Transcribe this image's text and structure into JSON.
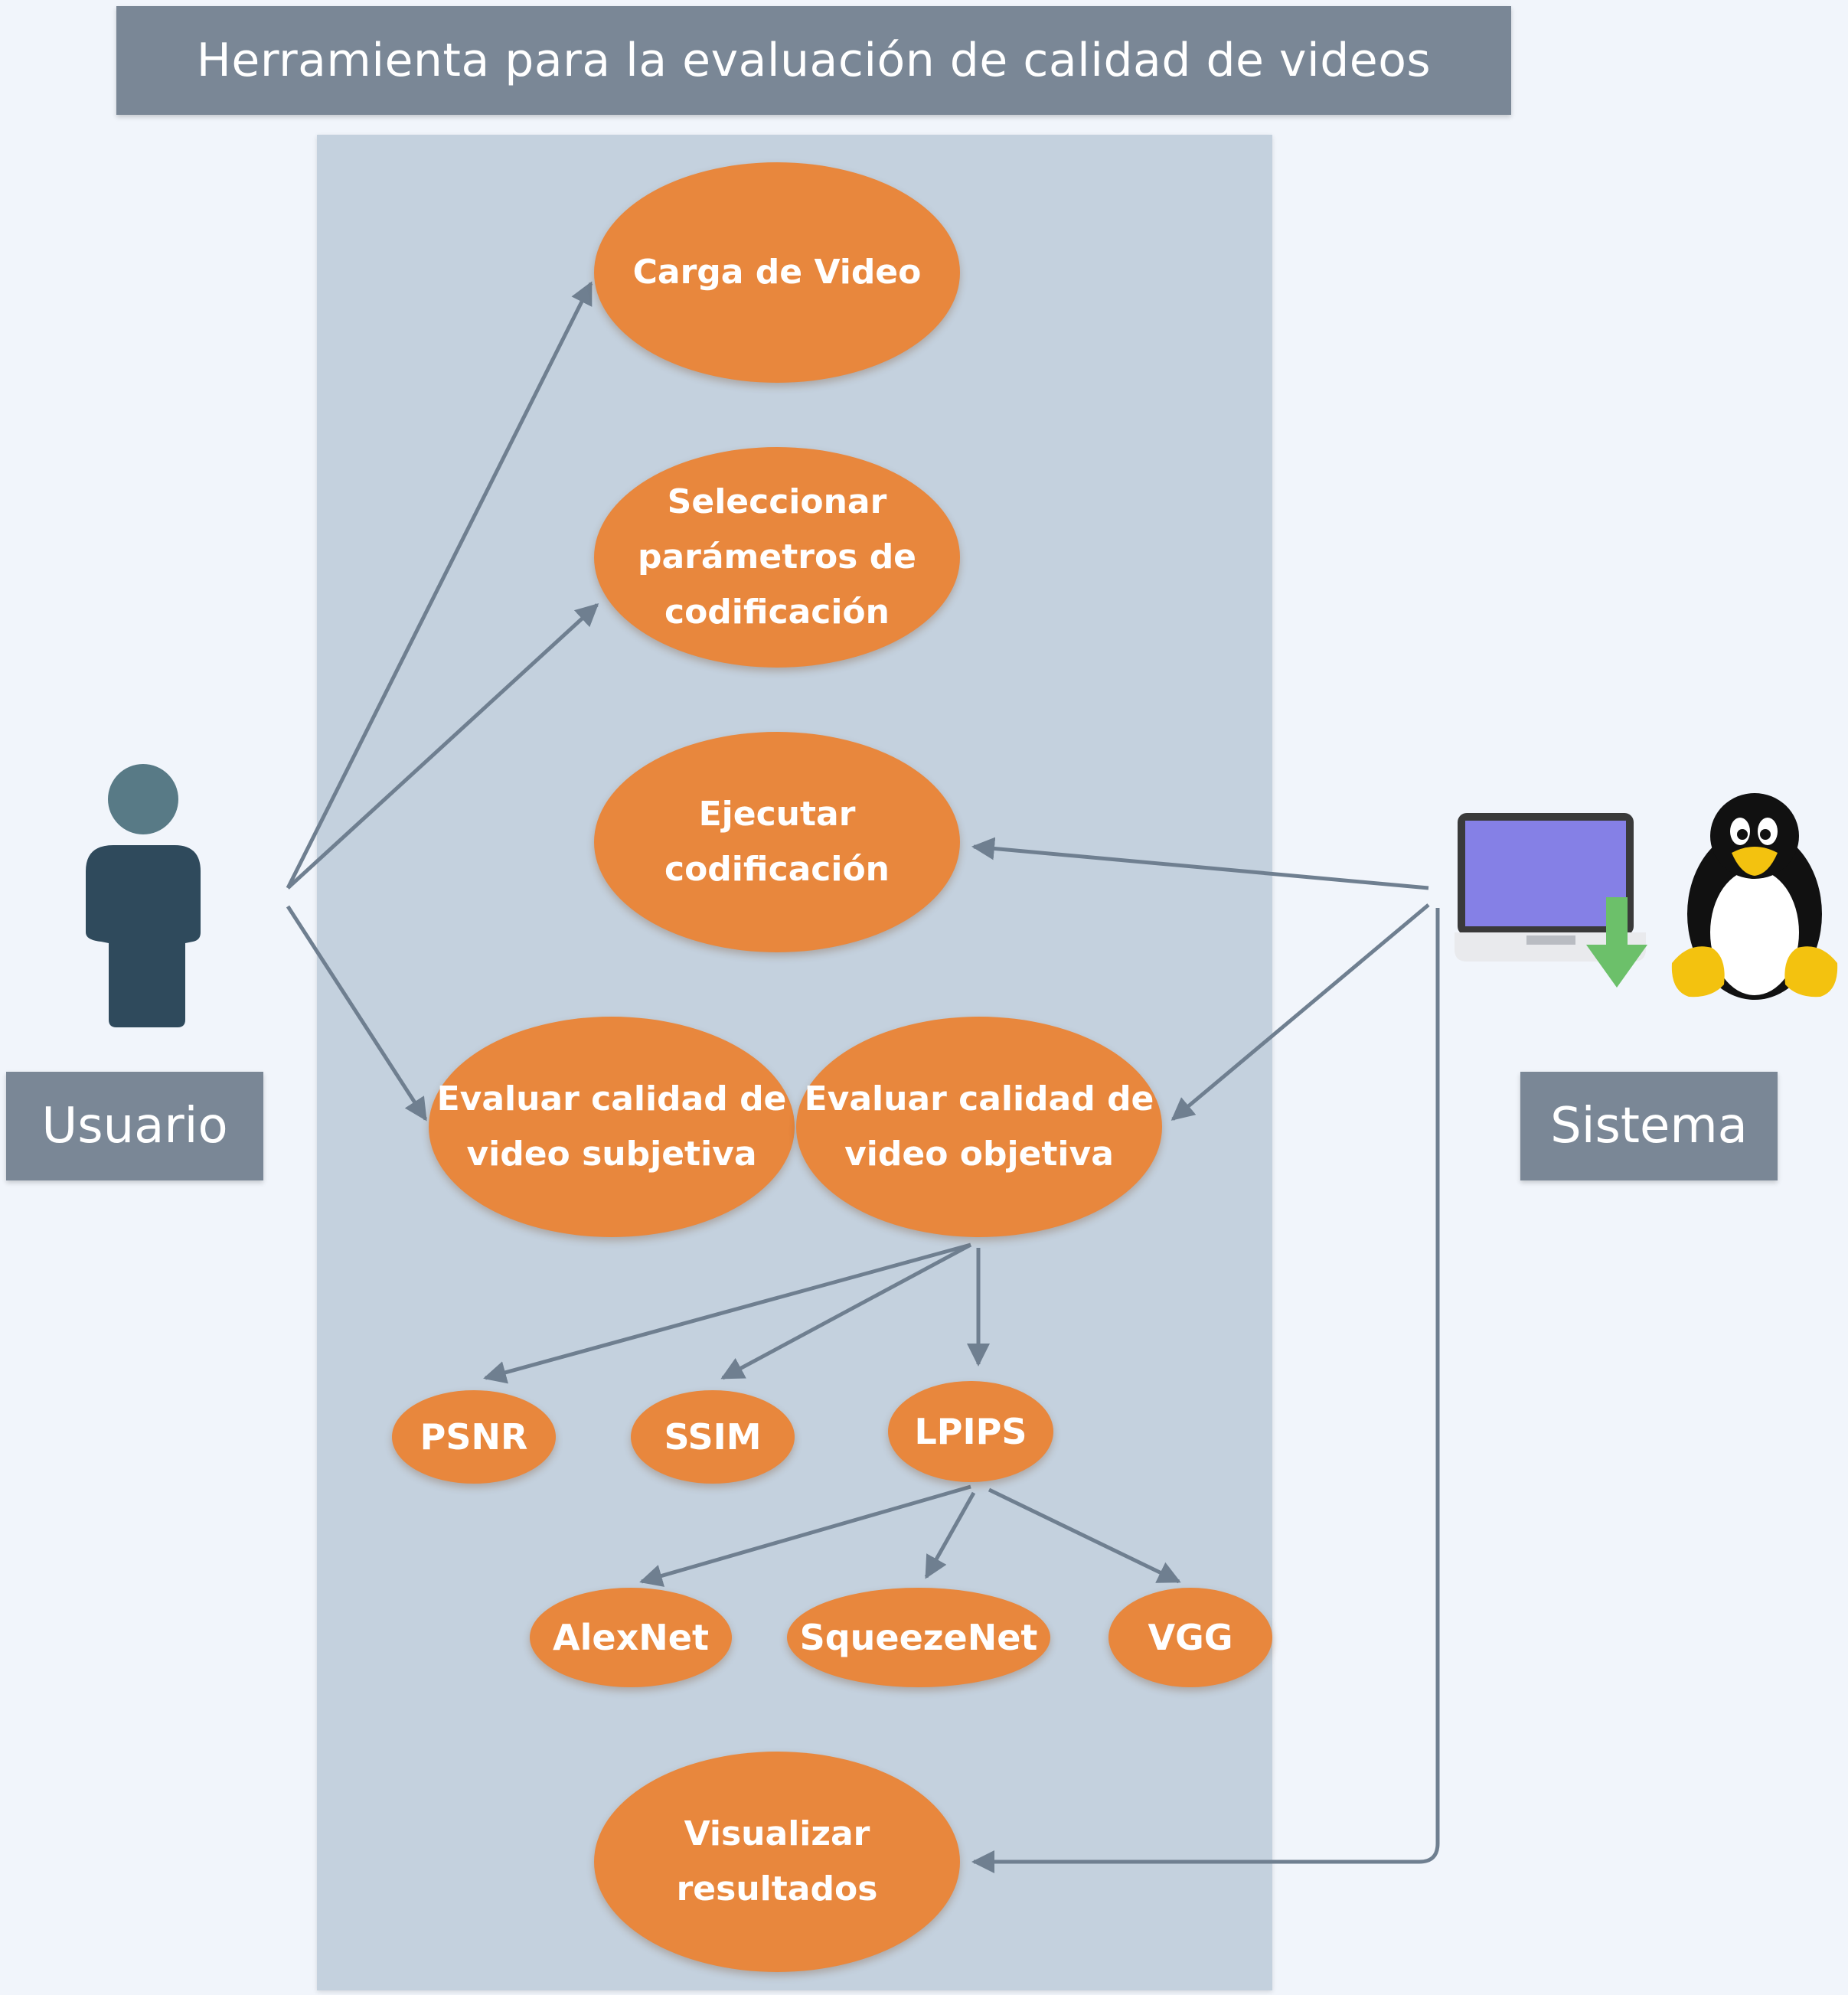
{
  "title": "Herramienta para la evaluación de calidad de videos",
  "actors": {
    "user": {
      "label": "Usuario",
      "icon": "user-icon"
    },
    "system": {
      "label": "Sistema",
      "icons": [
        "laptop-download-icon",
        "linux-penguin-icon"
      ]
    }
  },
  "use_cases": {
    "carga": "Carga de Video",
    "seleccionar": "Seleccionar\nparámetros de\ncodificación",
    "ejecutar": "Ejecutar\ncodificación",
    "subjetiva": "Evaluar calidad de\nvideo subjetiva",
    "objetiva": "Evaluar calidad de\nvideo objetiva",
    "psnr": "PSNR",
    "ssim": "SSIM",
    "lpips": "LPIPS",
    "alexnet": "AlexNet",
    "squeezenet": "SqueezeNet",
    "vgg": "VGG",
    "visualizar": "Visualizar\nresultados"
  },
  "colors": {
    "title_bar": "#7a8796",
    "system_box": "#c4d1de",
    "use_case": "#e8873d",
    "arrow": "#6f7f90"
  }
}
